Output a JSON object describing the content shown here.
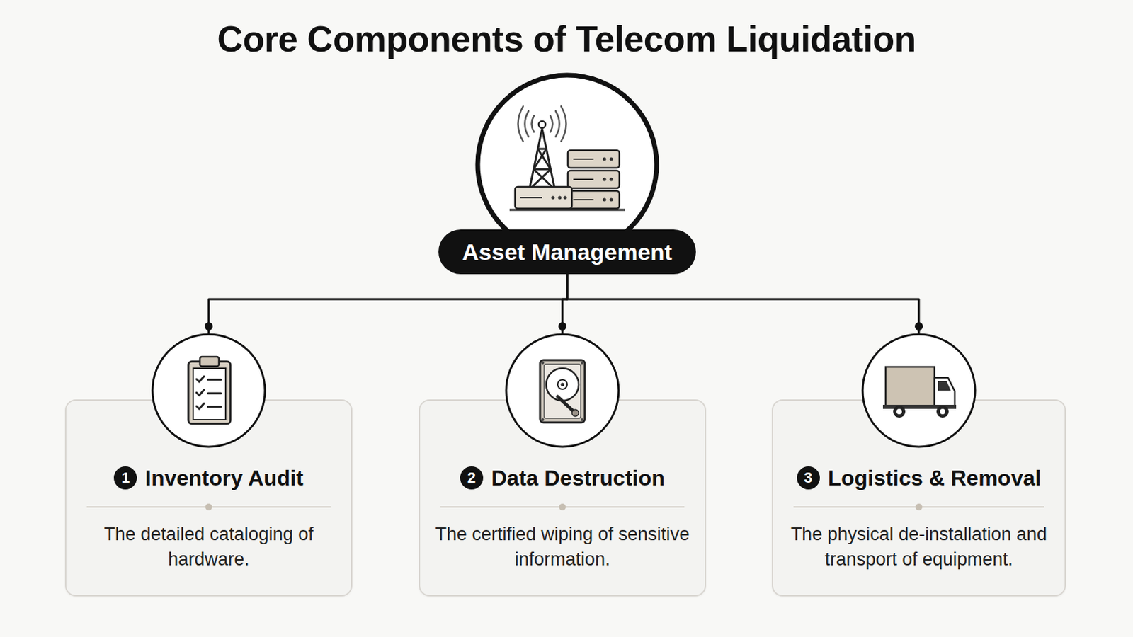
{
  "diagram": {
    "title": "Core Components of Telecom Liquidation",
    "nodes": [
      {
        "text": [
          "Asset Management"
        ]
      },
      {
        "text": [
          "1",
          "Inventory Audit",
          "The detailed cataloging of hardware."
        ]
      },
      {
        "text": [
          "2",
          "Data Destruction",
          "The certified wiping of sensitive information."
        ]
      },
      {
        "text": [
          "3",
          "Logistics & Removal",
          "The physical de-installation and transport of equipment."
        ]
      }
    ],
    "edges": [
      {
        "from": 0,
        "to": 1,
        "arrow": "none"
      },
      {
        "from": 0,
        "to": 2,
        "arrow": "none"
      },
      {
        "from": 0,
        "to": 3,
        "arrow": "none"
      }
    ]
  }
}
